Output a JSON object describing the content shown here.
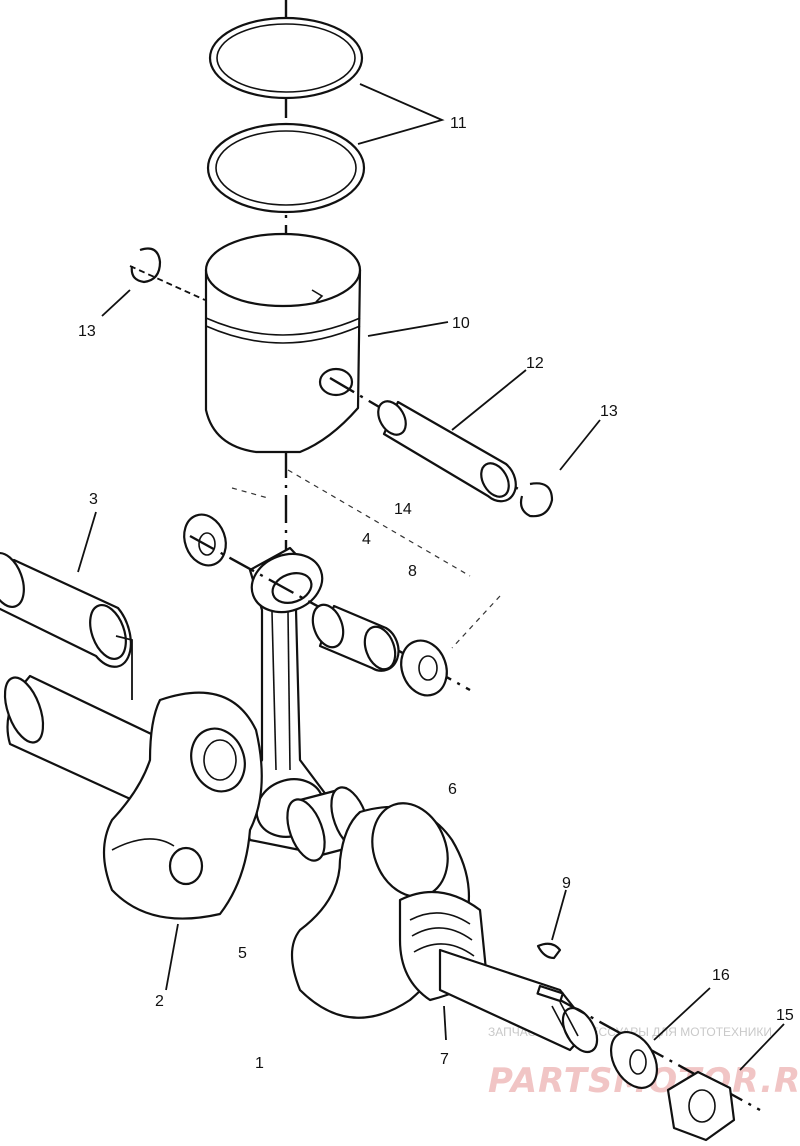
{
  "callouts": {
    "c1": "1",
    "c2": "2",
    "c3": "3",
    "c4": "4",
    "c5": "5",
    "c6": "6",
    "c7": "7",
    "c8": "8",
    "c9": "9",
    "c10": "10",
    "c11": "11",
    "c12": "12",
    "c13_left": "13",
    "c13_right": "13",
    "c14": "14",
    "c15": "15",
    "c16": "16"
  },
  "watermark": {
    "top_text": "ЗАПЧАСТИ И АКСЕССУАРЫ ДЛЯ МОТОТЕХНИКИ",
    "brand_text": "PARTSMOTOR.RU"
  }
}
